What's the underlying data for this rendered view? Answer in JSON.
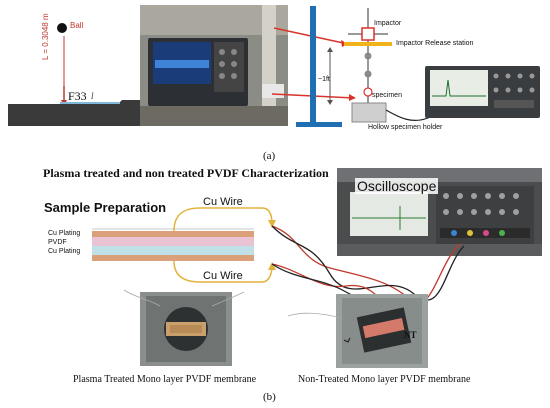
{
  "panel_a": {
    "caption": "(a)",
    "ball_label": "Ball",
    "drop_height": "L = 0.3048 m",
    "force_label": "F33",
    "length_symbol": "l",
    "impactor_label": "Impactor",
    "release_station_label": "Impactor Release station",
    "height_label": "~1ft",
    "specimen_label": "specimen",
    "holder_label": "Hollow specimen holder"
  },
  "panel_b": {
    "title": "Plasma treated and non treated PVDF Characterization",
    "caption": "(b)",
    "sample_prep_label": "Sample Preparation",
    "wire_top": "Cu Wire",
    "wire_bottom": "Cu Wire",
    "layers": [
      "Cu Plating",
      "PVDF",
      "Cu Plating"
    ],
    "oscilloscope_label": "Oscilloscope",
    "left_photo_caption": "Plasma Treated Mono layer PVDF membrane",
    "right_photo_caption": "Non-Treated Mono layer PVDF membrane",
    "nt_mark": "NT"
  },
  "colors": {
    "release_bar": "#f2b21a",
    "stand_blue": "#1f6fb2",
    "pointer_red": "#d9342b",
    "cu_plating": "#d9a07a",
    "pvdf_layer": "#e9c3d4"
  }
}
